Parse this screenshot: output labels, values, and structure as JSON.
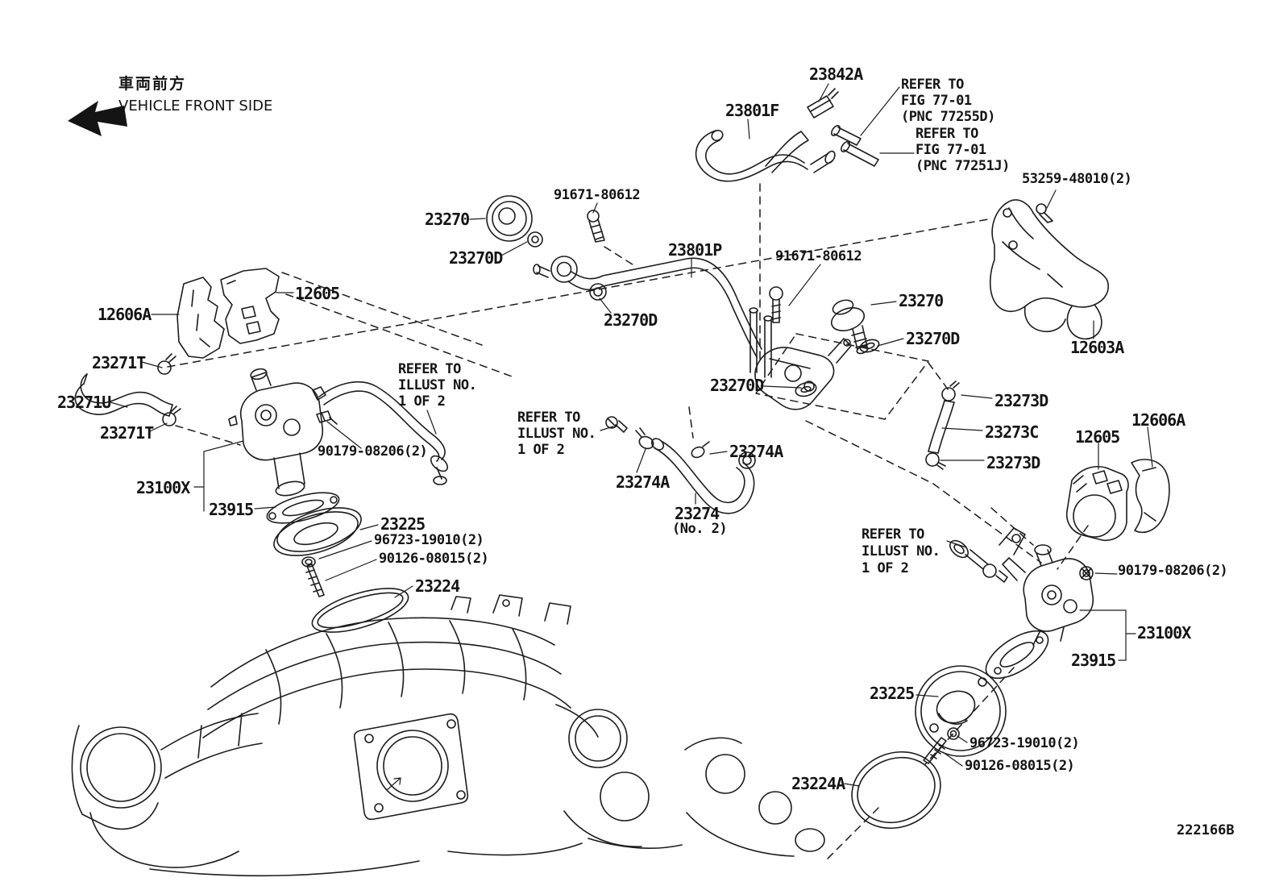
{
  "diagram_code": "222166B",
  "direction_note": {
    "jp": "車両前方",
    "en": "VEHICLE FRONT SIDE"
  },
  "labels": [
    {
      "id": "jp-note",
      "text": "車両前方"
    },
    {
      "id": "en-note",
      "text": "VEHICLE FRONT SIDE"
    },
    {
      "id": "23842A",
      "text": "23842A"
    },
    {
      "id": "23801F",
      "text": "23801F"
    },
    {
      "id": "refer-fig1-l1",
      "text": "REFER TO"
    },
    {
      "id": "refer-fig1-l2",
      "text": "FIG 77-01"
    },
    {
      "id": "refer-fig1-l3",
      "text": "(PNC 77255D)"
    },
    {
      "id": "refer-fig2-l1",
      "text": "REFER TO"
    },
    {
      "id": "refer-fig2-l2",
      "text": "FIG 77-01"
    },
    {
      "id": "refer-fig2-l3",
      "text": "(PNC 77251J)"
    },
    {
      "id": "53259-48010",
      "text": "53259-48010(2)"
    },
    {
      "id": "12603A",
      "text": "12603A"
    },
    {
      "id": "23270-a",
      "text": "23270"
    },
    {
      "id": "23270D-a",
      "text": "23270D"
    },
    {
      "id": "91671-80612-a",
      "text": "91671-80612"
    },
    {
      "id": "23801P",
      "text": "23801P"
    },
    {
      "id": "23270D-b",
      "text": "23270D"
    },
    {
      "id": "12605-a",
      "text": "12605"
    },
    {
      "id": "12606A-a",
      "text": "12606A"
    },
    {
      "id": "23271T-a",
      "text": "23271T"
    },
    {
      "id": "23271U",
      "text": "23271U"
    },
    {
      "id": "23271T-b",
      "text": "23271T"
    },
    {
      "id": "refer-ill1-l1",
      "text": "REFER TO"
    },
    {
      "id": "refer-ill1-l2",
      "text": "ILLUST NO."
    },
    {
      "id": "refer-ill1-l3",
      "text": "1 OF 2"
    },
    {
      "id": "90179-08206-a",
      "text": "90179-08206(2)"
    },
    {
      "id": "23100X-a",
      "text": "23100X"
    },
    {
      "id": "23915-a",
      "text": "23915"
    },
    {
      "id": "23225-a",
      "text": "23225"
    },
    {
      "id": "96723-19010-a",
      "text": "96723-19010(2)"
    },
    {
      "id": "90126-08015-a",
      "text": "90126-08015(2)"
    },
    {
      "id": "23224",
      "text": "23224"
    },
    {
      "id": "91671-80612-b",
      "text": "91671-80612"
    },
    {
      "id": "23270-b",
      "text": "23270"
    },
    {
      "id": "23270D-c",
      "text": "23270D"
    },
    {
      "id": "23270D-d",
      "text": "23270D"
    },
    {
      "id": "refer-ill2-l1",
      "text": "REFER TO"
    },
    {
      "id": "refer-ill2-l2",
      "text": "ILLUST NO."
    },
    {
      "id": "refer-ill2-l3",
      "text": "1 OF 2"
    },
    {
      "id": "23274A-a",
      "text": "23274A"
    },
    {
      "id": "23274A-b",
      "text": "23274A"
    },
    {
      "id": "23274",
      "text": "23274"
    },
    {
      "id": "23274-no2",
      "text": "(No. 2)"
    },
    {
      "id": "23273D-a",
      "text": "23273D"
    },
    {
      "id": "23273C",
      "text": "23273C"
    },
    {
      "id": "23273D-b",
      "text": "23273D"
    },
    {
      "id": "12605-b",
      "text": "12605"
    },
    {
      "id": "12606A-b",
      "text": "12606A"
    },
    {
      "id": "refer-ill3-l1",
      "text": "REFER TO"
    },
    {
      "id": "refer-ill3-l2",
      "text": "ILLUST NO."
    },
    {
      "id": "refer-ill3-l3",
      "text": "1 OF 2"
    },
    {
      "id": "90179-08206-b",
      "text": "90179-08206(2)"
    },
    {
      "id": "23100X-b",
      "text": "23100X"
    },
    {
      "id": "23915-b",
      "text": "23915"
    },
    {
      "id": "23225-b",
      "text": "23225"
    },
    {
      "id": "96723-19010-b",
      "text": "96723-19010(2)"
    },
    {
      "id": "90126-08015-b",
      "text": "90126-08015(2)"
    },
    {
      "id": "23224A",
      "text": "23224A"
    },
    {
      "id": "diagram-code",
      "text": "222166B"
    }
  ]
}
